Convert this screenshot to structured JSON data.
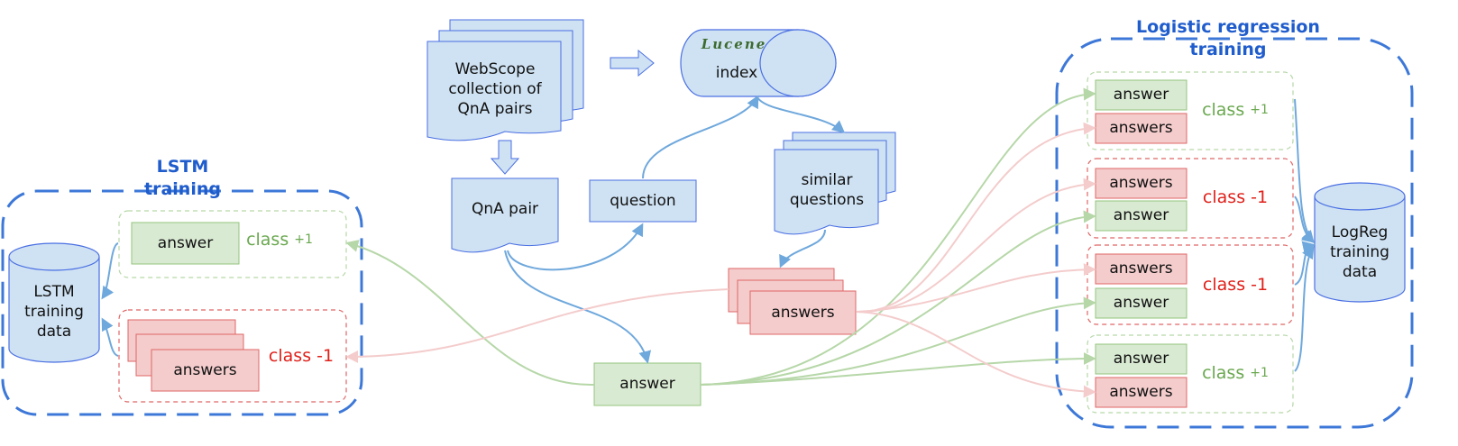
{
  "lucene_logo": "Lucene",
  "lstm": {
    "title": "LSTM training",
    "db_label": "LSTM training data",
    "pos_answer": "answer",
    "pos_class": "class",
    "pos_class_sign": "+1",
    "neg_answers": "answers",
    "neg_class": "class -1"
  },
  "center": {
    "webscope": "WebScope collection of QnA pairs",
    "index": "index",
    "qna_pair": "QnA pair",
    "question": "question",
    "similar_questions": "similar questions",
    "answers": "answers",
    "answer": "answer"
  },
  "logreg": {
    "title": "Logistic regression training",
    "db_label": "LogReg training data",
    "groups": [
      {
        "top": "answer",
        "bottom": "answers",
        "class": "class",
        "sign": "+1"
      },
      {
        "top": "answers",
        "bottom": "answer",
        "class": "class -1",
        "sign": ""
      },
      {
        "top": "answers",
        "bottom": "answer",
        "class": "class -1",
        "sign": ""
      },
      {
        "top": "answer",
        "bottom": "answers",
        "class": "class",
        "sign": "+1"
      }
    ]
  },
  "colors": {
    "blue_fill": "#cfe2f3",
    "blue_stroke": "#4a6fe3",
    "green_fill": "#d9ead3",
    "green_stroke": "#93c47d",
    "red_fill": "#f4cccc",
    "red_stroke": "#e06666",
    "dash_blue": "#3d78d8",
    "arrow_blue": "#6fa8dc",
    "arrow_green": "#b6d7a8",
    "arrow_red": "#f4cccc"
  }
}
